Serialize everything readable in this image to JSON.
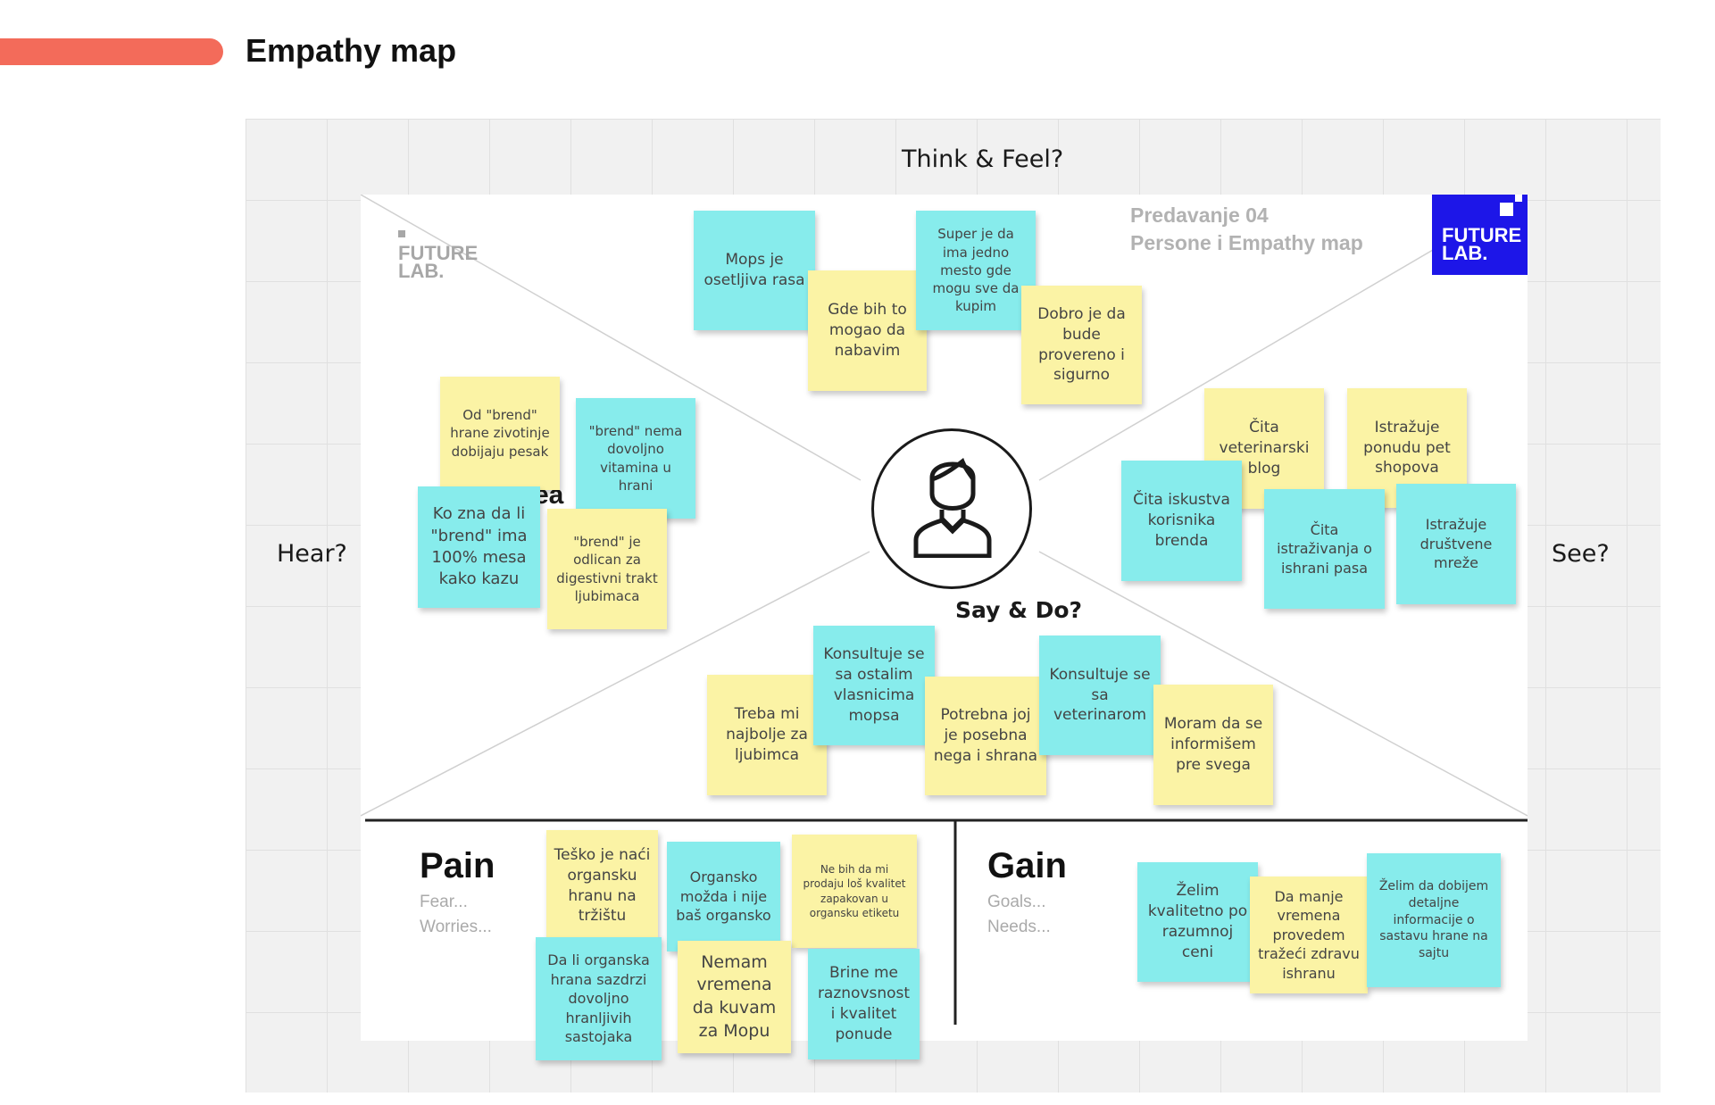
{
  "header": {
    "title": "Empathy map"
  },
  "quadrants": {
    "think_feel": "Think & Feel?",
    "hear": "Hear?",
    "see": "See?",
    "say_do": "Say & Do?"
  },
  "branding": {
    "logo_left": "FUTURE\nLAB.",
    "lecture_line1": "Predavanje 04",
    "lecture_line2": "Persone i Empathy map",
    "logo_right": "FUTURE\nLAB."
  },
  "hidden_heading": "ea",
  "sections": {
    "pain": {
      "title": "Pain",
      "subtitle": "Fear...\nWorries..."
    },
    "gain": {
      "title": "Gain",
      "subtitle": "Goals...\nNeeds..."
    }
  },
  "colors": {
    "accent": "#f36b5a",
    "cyan_note": "#87ecec",
    "yellow_note": "#fbf3a5",
    "brand_blue": "#1d16e8"
  },
  "notes": {
    "think": [
      {
        "text": "Mops je osetljiva rasa",
        "color": "cyan"
      },
      {
        "text": "Gde bih to mogao da nabavim",
        "color": "yellow"
      },
      {
        "text": "Super je da ima jedno mesto gde mogu sve da kupim",
        "color": "cyan"
      },
      {
        "text": "Dobro je da bude provereno i sigurno",
        "color": "yellow"
      }
    ],
    "hear": [
      {
        "text": "Od \"brend\" hrane zivotinje dobijaju pesak",
        "color": "yellow"
      },
      {
        "text": "\"brend\" nema dovoljno vitamina u hrani",
        "color": "cyan"
      },
      {
        "text": "Ko zna da li \"brend\" ima 100% mesa kako kazu",
        "color": "cyan"
      },
      {
        "text": "\"brend\" je odlican za digestivni trakt ljubimaca",
        "color": "yellow"
      }
    ],
    "see": [
      {
        "text": "Čita veterinarski blog",
        "color": "yellow"
      },
      {
        "text": "Istražuje ponudu pet shopova",
        "color": "yellow"
      },
      {
        "text": "Čita iskustva korisnika brenda",
        "color": "cyan"
      },
      {
        "text": "Čita istraživanja o ishrani pasa",
        "color": "cyan"
      },
      {
        "text": "Istražuje društvene mreže",
        "color": "cyan"
      }
    ],
    "say_do": [
      {
        "text": "Treba mi najbolje za ljubimca",
        "color": "yellow"
      },
      {
        "text": "Konsultuje se sa ostalim vlasnicima mopsa",
        "color": "cyan"
      },
      {
        "text": "Potrebna joj je posebna nega i shrana",
        "color": "yellow"
      },
      {
        "text": "Konsultuje se sa veterinarom",
        "color": "cyan"
      },
      {
        "text": "Moram da se informišem pre svega",
        "color": "yellow"
      }
    ],
    "pain": [
      {
        "text": "Teško je naći organsku hranu na tržištu",
        "color": "yellow"
      },
      {
        "text": "Organsko možda i nije baš organsko",
        "color": "cyan"
      },
      {
        "text": "Ne bih da mi prodaju loš kvalitet zapakovan u organsku etiketu",
        "color": "yellow"
      },
      {
        "text": "Da li organska hrana sazdrzi dovoljno hranljivih sastojaka",
        "color": "cyan"
      },
      {
        "text": "Nemam vremena da kuvam za Mopu",
        "color": "yellow"
      },
      {
        "text": "Brine me raznovsnost i kvalitet ponude",
        "color": "cyan"
      }
    ],
    "gain": [
      {
        "text": "Želim kvalitetno po razumnoj ceni",
        "color": "cyan"
      },
      {
        "text": "Da manje vremena provedem tražeći zdravu ishranu",
        "color": "yellow"
      },
      {
        "text": "Želim da dobijem detaljne informacije o sastavu hrane na sajtu",
        "color": "cyan"
      }
    ]
  }
}
